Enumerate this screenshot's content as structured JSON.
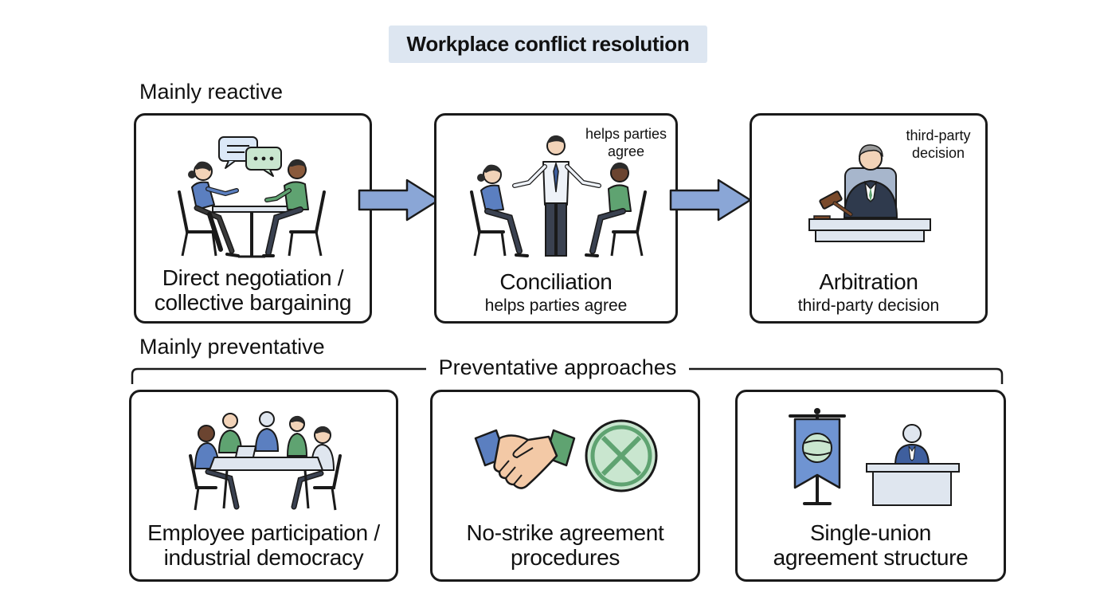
{
  "title": "Workplace conflict resolution",
  "sections": {
    "reactive": "Mainly reactive",
    "preventative": "Mainly preventative"
  },
  "bracket_label": "Preventative approaches",
  "reactive_cards": [
    {
      "title_lines": [
        "Direct negotiation /",
        "collective bargaining"
      ],
      "icon": "negotiation-icon"
    },
    {
      "title": "Conciliation",
      "subtitle": "helps parties agree",
      "note_lines": [
        "helps parties",
        "agree"
      ],
      "icon": "conciliator-icon"
    },
    {
      "title": "Arbitration",
      "subtitle": "third-party decision",
      "note_lines": [
        "third-party",
        "decision"
      ],
      "icon": "arbitrator-icon"
    }
  ],
  "preventative_cards": [
    {
      "title_lines": [
        "Employee participation /",
        "industrial democracy"
      ],
      "icon": "meeting-icon"
    },
    {
      "title_lines": [
        "No-strike agreement",
        "procedures"
      ],
      "icon": "handshake-icon"
    },
    {
      "title_lines": [
        "Single-union",
        "agreement structure"
      ],
      "icon": "union-banner-icon"
    }
  ],
  "colors": {
    "title_bg": "#dde6f1",
    "blue": "#5b7fc0",
    "green": "#5fa371",
    "arrow_fill": "#8aa6d6",
    "table": "#dfe6ef"
  }
}
